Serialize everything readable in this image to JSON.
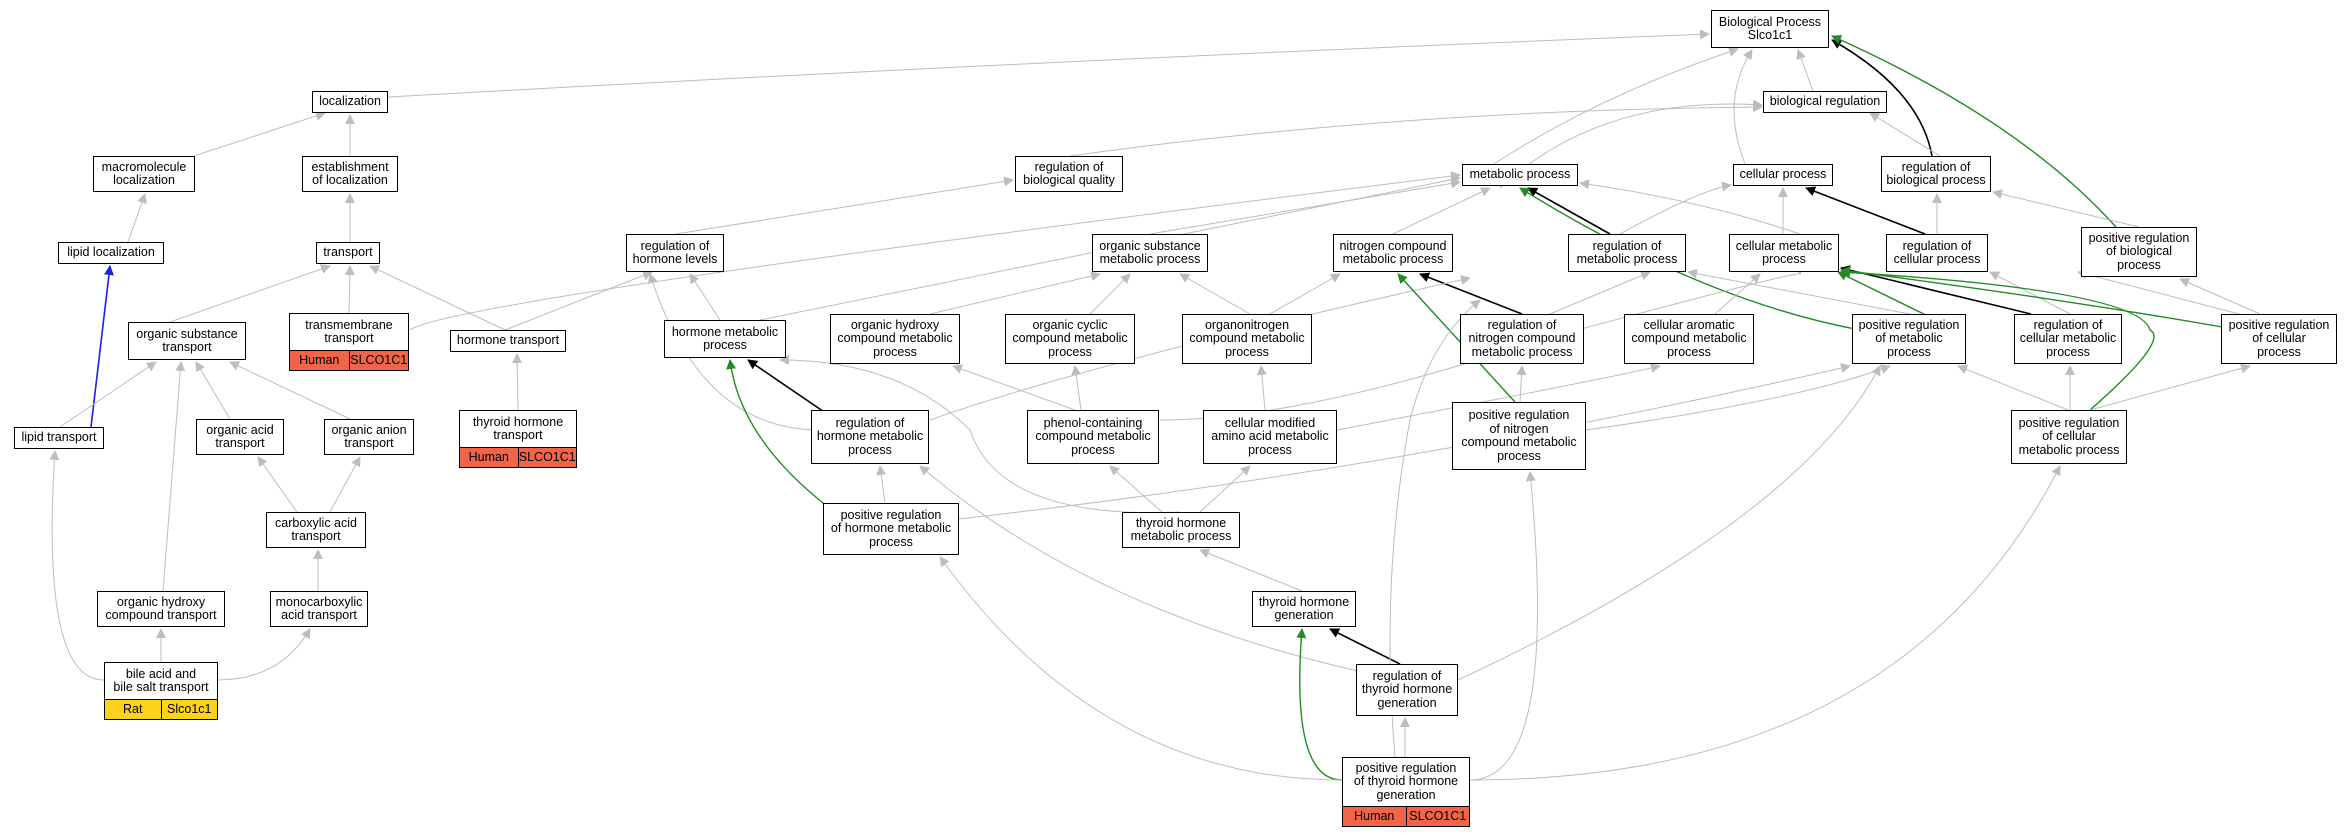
{
  "colors": {
    "default_edge": "#bdbdbd",
    "black_edge": "#000000",
    "green_edge": "#228b22",
    "blue_edge": "#1f1fe6",
    "human_tag": "#f06448",
    "rat_tag": "#ffd21a"
  },
  "nodes": {
    "bp": "Biological Process\nSlco1c1",
    "loc": "localization",
    "breg": "biological regulation",
    "mloc": "macromolecule\nlocalization",
    "estloc": "establishment\nof localization",
    "rbq": "regulation of\nbiological quality",
    "met": "metabolic process",
    "cell": "cellular process",
    "rbp": "regulation of\nbiological process",
    "lloc": "lipid localization",
    "transport": "transport",
    "rhl": "regulation of\nhormone levels",
    "osmp": "organic substance\nmetabolic process",
    "ncmp": "nitrogen compound\nmetabolic process",
    "rmp": "regulation of\nmetabolic process",
    "cmp": "cellular metabolic\nprocess",
    "rcp": "regulation of\ncellular process",
    "prbp": "positive regulation\nof biological\nprocess",
    "ost": "organic substance\ntransport",
    "tmt": "transmembrane\ntransport",
    "ht": "hormone transport",
    "hmp": "hormone metabolic\nprocess",
    "ohcmp": "organic hydroxy\ncompound metabolic\nprocess",
    "ocmp": "organic cyclic\ncompound metabolic\nprocess",
    "onmp": "organonitrogen\ncompound metabolic\nprocess",
    "rncmp": "regulation of\nnitrogen compound\nmetabolic process",
    "cacmp": "cellular aromatic\ncompound metabolic\nprocess",
    "prmp": "positive regulation\nof metabolic\nprocess",
    "rcmp": "regulation of\ncellular metabolic\nprocess",
    "prcp": "positive regulation\nof cellular\nprocess",
    "lt": "lipid transport",
    "oat": "organic acid\ntransport",
    "oant": "organic anion\ntransport",
    "tht": "thyroid hormone\ntransport",
    "rhmp": "regulation of\nhormone metabolic\nprocess",
    "pcmp": "phenol-containing\ncompound metabolic\nprocess",
    "cmaamp": "cellular modified\namino acid metabolic\nprocess",
    "prncmp": "positive regulation\nof nitrogen\ncompound metabolic\nprocess",
    "prcmp": "positive regulation\nof cellular\nmetabolic process",
    "cat": "carboxylic acid\ntransport",
    "prhmp": "positive regulation\nof hormone metabolic\nprocess",
    "thmp": "thyroid hormone\nmetabolic process",
    "ohct": "organic hydroxy\ncompound transport",
    "mcat": "monocarboxylic\nacid transport",
    "thg": "thyroid hormone\ngeneration",
    "bast": "bile acid and\nbile salt transport",
    "rthg": "regulation of\nthyroid hormone\ngeneration",
    "prthg": "positive regulation\nof thyroid hormone\ngeneration"
  },
  "tags": {
    "tmt": [
      "Human",
      "SLCO1C1"
    ],
    "tht": [
      "Human",
      "SLCO1C1"
    ],
    "bast": [
      "Rat",
      "Slco1c1"
    ],
    "prthg": [
      "Human",
      "SLCO1C1"
    ]
  }
}
